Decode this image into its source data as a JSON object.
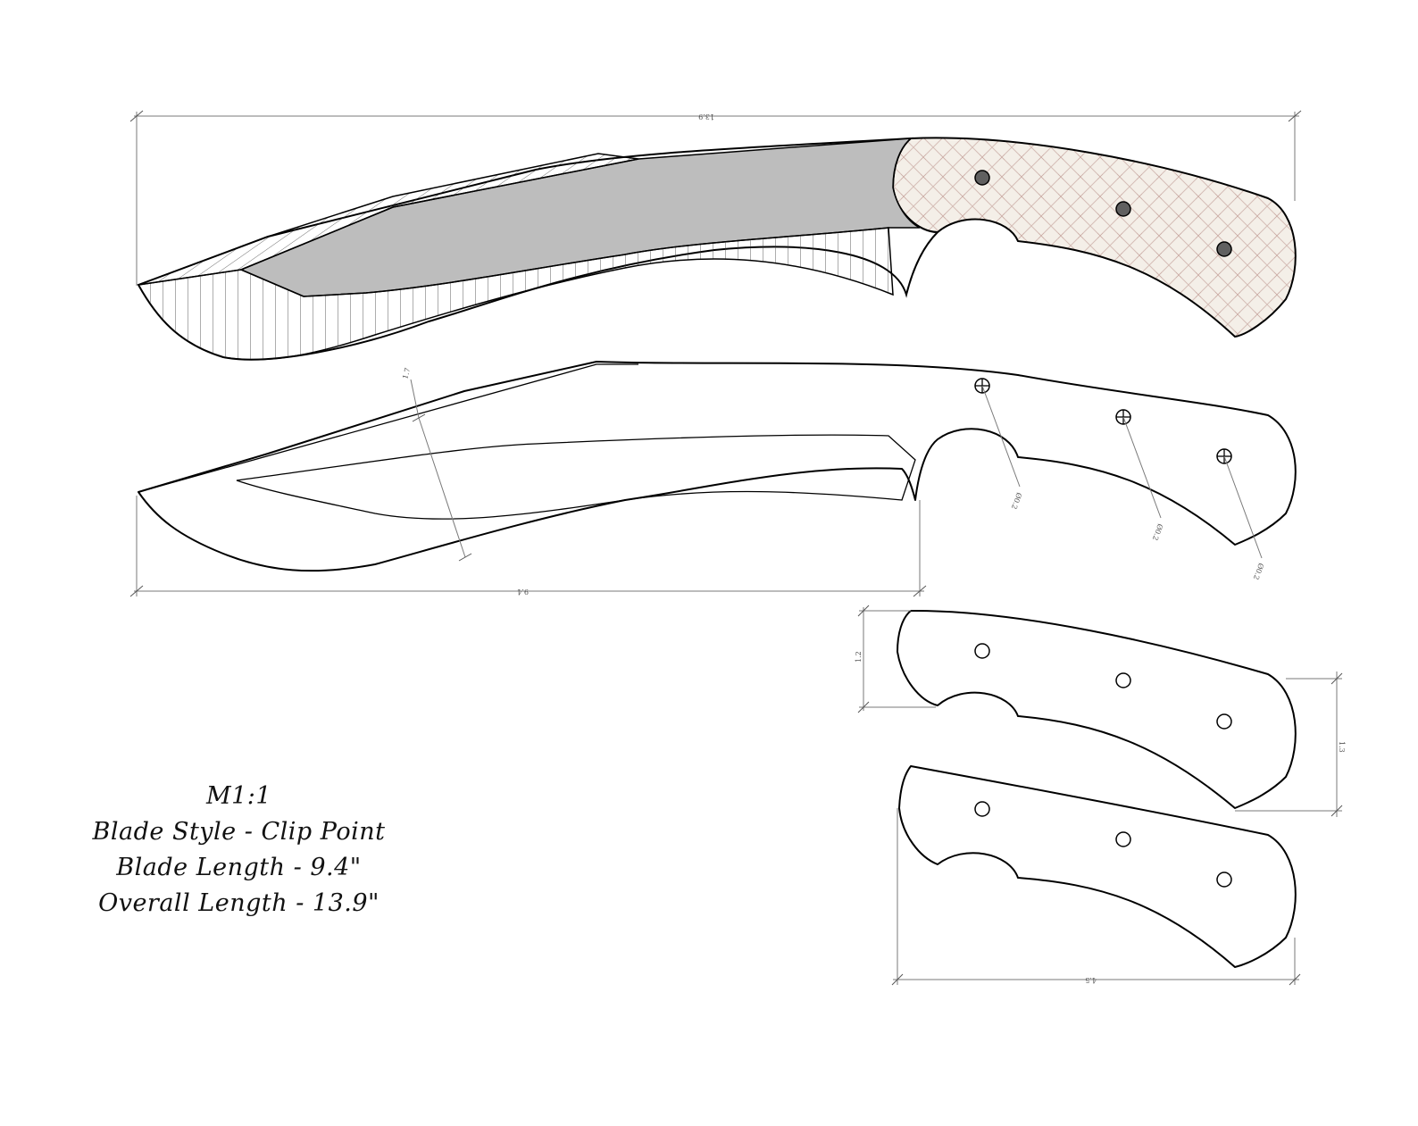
{
  "spec": {
    "model": "M1:1",
    "blade_style": "Blade Style - Clip Point",
    "blade_length": "Blade Length - 9.4\"",
    "overall_length": "Overall Length - 13.9\""
  },
  "dimensions": {
    "overall_top": "13.9",
    "blade_bottom": "9.4",
    "blade_width": "1.7",
    "pin1": "Ø0.2",
    "pin2": "Ø0.2",
    "pin3": "Ø0.2",
    "scale_left": "1.2",
    "scale_right": "1.3",
    "scale_bottom": "4.5"
  },
  "colors": {
    "blade_grind": "#bdbdbd",
    "handle_fill": "#f2ece4",
    "handle_weave": "#c9a9a2",
    "pin": "#606060"
  }
}
